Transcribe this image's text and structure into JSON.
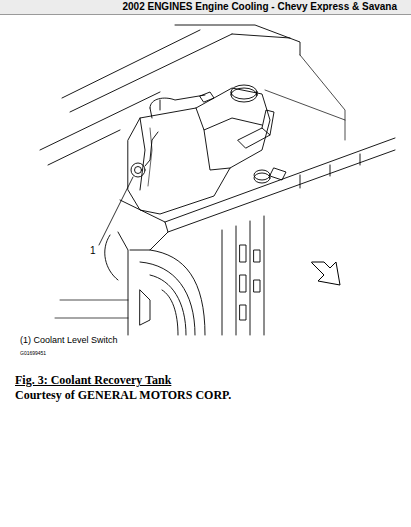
{
  "diagram": {
    "title": "2002 ENGINES Engine Cooling - Chevy Express & Savana",
    "caption": "Fig. 3: Coolant Recovery Tank",
    "labels": [
      "1",
      "(1) Coolant Level Switch",
      "G01699451",
      "Courtesy of GENERAL MOTORS CORP."
    ]
  }
}
